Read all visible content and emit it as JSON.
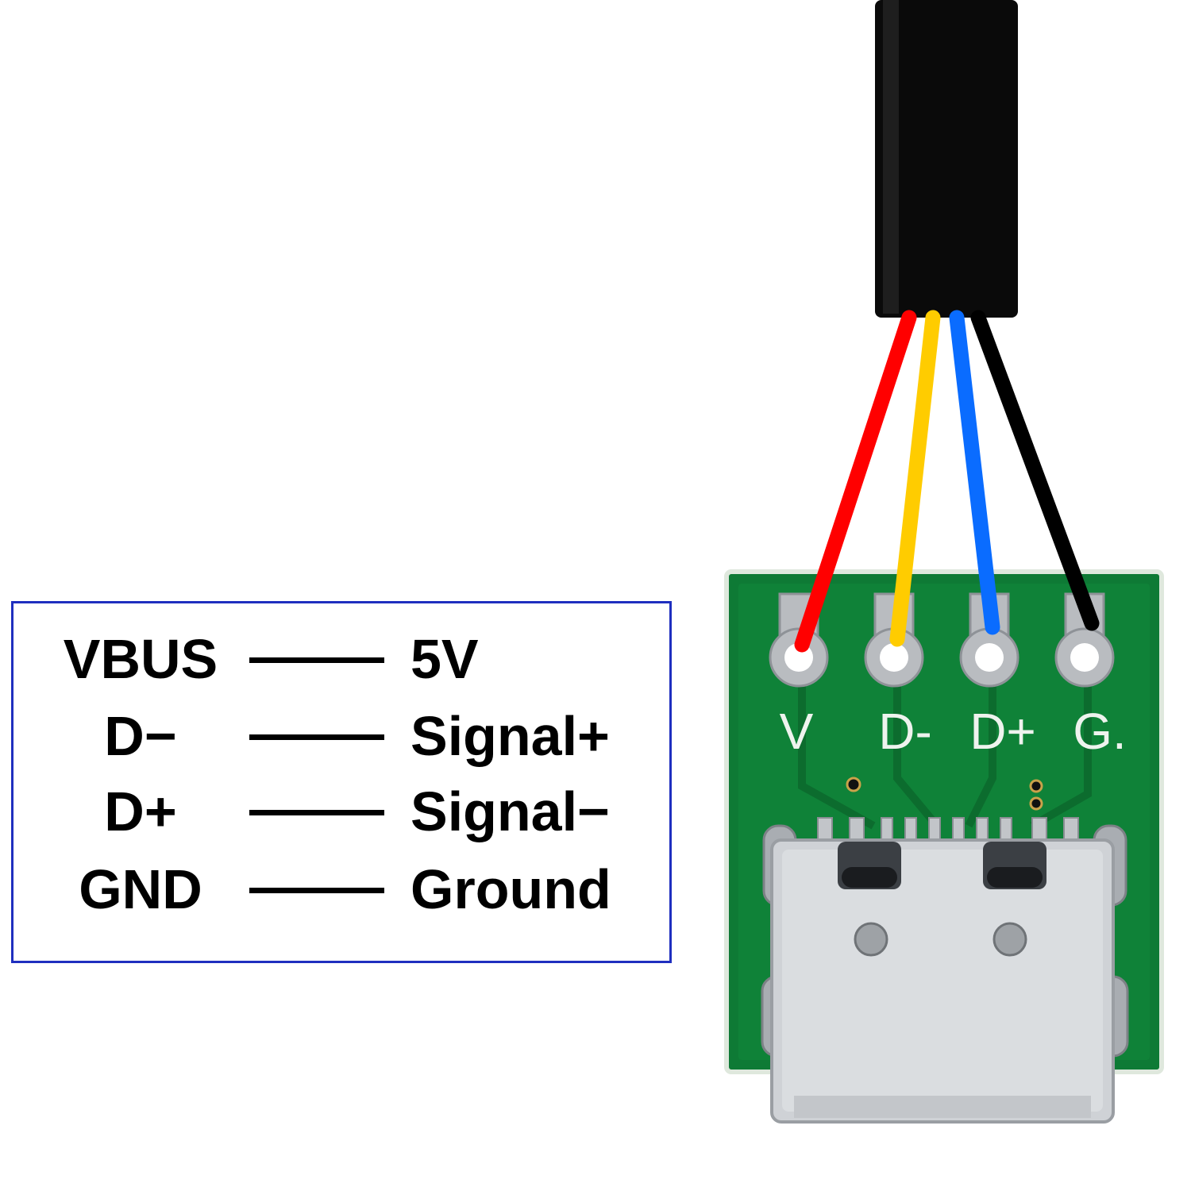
{
  "legend": {
    "rows": [
      {
        "signal": "VBUS",
        "meaning": "5V"
      },
      {
        "signal": "D−",
        "meaning": "Signal+"
      },
      {
        "signal": "D+",
        "meaning": "Signal−"
      },
      {
        "signal": "GND",
        "meaning": "Ground"
      }
    ]
  },
  "board": {
    "pin_labels": [
      "V",
      "D-",
      "D+",
      "G."
    ],
    "wire_colors": {
      "vbus": "#ff0000",
      "d_minus": "#ffcc00",
      "d_plus": "#0a6cff",
      "gnd": "#000000"
    },
    "board_color": "#0e7a35",
    "connector": "usb-c-receptacle-icon",
    "cable": "black-cable-icon"
  }
}
